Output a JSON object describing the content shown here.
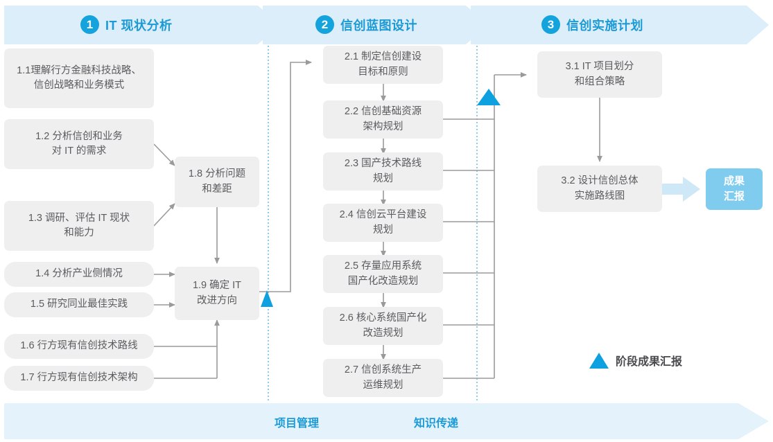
{
  "colors": {
    "band": "#DCEEF9",
    "band_footer": "#E3F2FB",
    "accent": "#1C9AD6",
    "accent_circle": "#14A3DC",
    "milestone_triangle": "#0FA0E0",
    "node_bg": "#EFEFEF",
    "node_text": "#5B5B5F",
    "result_bg": "#7FCCEE",
    "connector": "#9A9A9A",
    "divider_dotted": "#3FA9E0",
    "result_arrow": "#CFE8F7"
  },
  "header": {
    "phases": [
      {
        "number": "1",
        "title": "IT 现状分析"
      },
      {
        "number": "2",
        "title": "信创蓝图设计"
      },
      {
        "number": "3",
        "title": "信创实施计划"
      }
    ]
  },
  "phase1": {
    "nodes": [
      {
        "id": "1.1",
        "label": "1.1理解行方金融科技战略、\n信创战略和业务模式"
      },
      {
        "id": "1.2",
        "label": "1.2 分析信创和业务\n对 IT 的需求"
      },
      {
        "id": "1.3",
        "label": "1.3 调研、评估 IT 现状\n和能力"
      },
      {
        "id": "1.4",
        "label": "1.4 分析产业侧情况"
      },
      {
        "id": "1.5",
        "label": "1.5 研究同业最佳实践"
      },
      {
        "id": "1.6",
        "label": "1.6 行方现有信创技术路线"
      },
      {
        "id": "1.7",
        "label": "1.7 行方现有信创技术架构"
      },
      {
        "id": "1.8",
        "label": "1.8 分析问题\n和差距"
      },
      {
        "id": "1.9",
        "label": "1.9 确定 IT\n改进方向"
      }
    ]
  },
  "phase2": {
    "nodes": [
      {
        "id": "2.1",
        "label": "2.1 制定信创建设\n目标和原则"
      },
      {
        "id": "2.2",
        "label": "2.2 信创基础资源\n架构规划"
      },
      {
        "id": "2.3",
        "label": "2.3 国产技术路线\n规划"
      },
      {
        "id": "2.4",
        "label": "2.4 信创云平台建设\n规划"
      },
      {
        "id": "2.5",
        "label": "2.5 存量应用系统\n国产化改造规划"
      },
      {
        "id": "2.6",
        "label": "2.6 核心系统国产化\n改造规划"
      },
      {
        "id": "2.7",
        "label": "2.7 信创系统生产\n运维规划"
      }
    ]
  },
  "phase3": {
    "nodes": [
      {
        "id": "3.1",
        "label": "3.1 IT 项目划分\n和组合策略"
      },
      {
        "id": "3.2",
        "label": "3.2 设计信创总体\n实施路线图"
      }
    ],
    "result": {
      "label": "成果\n汇报"
    }
  },
  "legend": {
    "milestone": "阶段成果汇报"
  },
  "footer": {
    "labels": [
      "项目管理",
      "知识传递"
    ]
  }
}
